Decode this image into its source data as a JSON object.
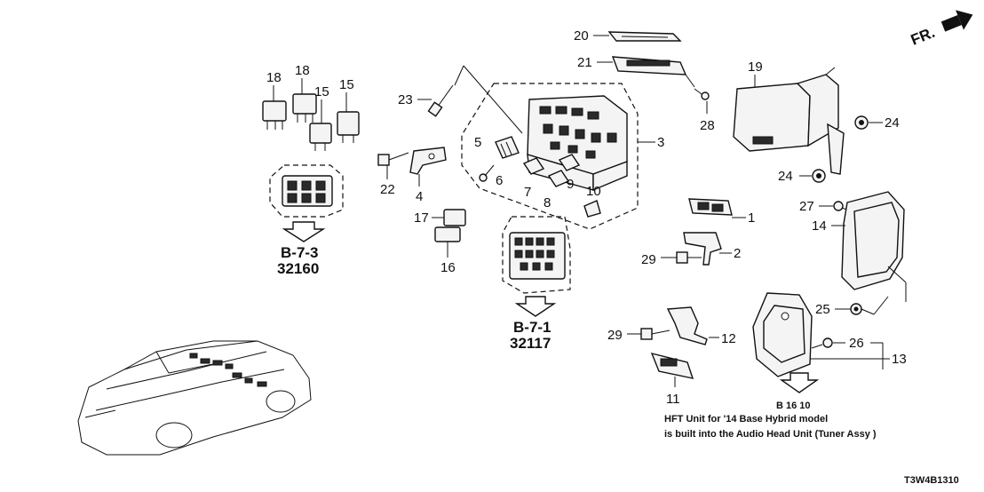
{
  "labels": {
    "p1": "1",
    "p2": "2",
    "p3": "3",
    "p4": "4",
    "p5": "5",
    "p6": "6",
    "p7": "7",
    "p8": "8",
    "p9": "9",
    "p10": "10",
    "p11": "11",
    "p12": "12",
    "p13": "13",
    "p14": "14",
    "p15a": "15",
    "p15b": "15",
    "p16": "16",
    "p17": "17",
    "p18a": "18",
    "p18b": "18",
    "p19": "19",
    "p20": "20",
    "p21": "21",
    "p22": "22",
    "p23": "23",
    "p24a": "24",
    "p24b": "24",
    "p25": "25",
    "p26": "26",
    "p27": "27",
    "p28": "28",
    "p29a": "29",
    "p29b": "29"
  },
  "refs": {
    "ref1_code": "B-7-3",
    "ref1_num": "32160",
    "ref2_code": "B-7-1",
    "ref2_num": "32117",
    "ref3_code": "B 16 10"
  },
  "note": {
    "line1": "HFT Unit for '14 Base Hybrid model",
    "line2": "is built into the Audio Head Unit (Tuner Assy )"
  },
  "direction": "FR.",
  "diagram_code": "T3W4B1310"
}
